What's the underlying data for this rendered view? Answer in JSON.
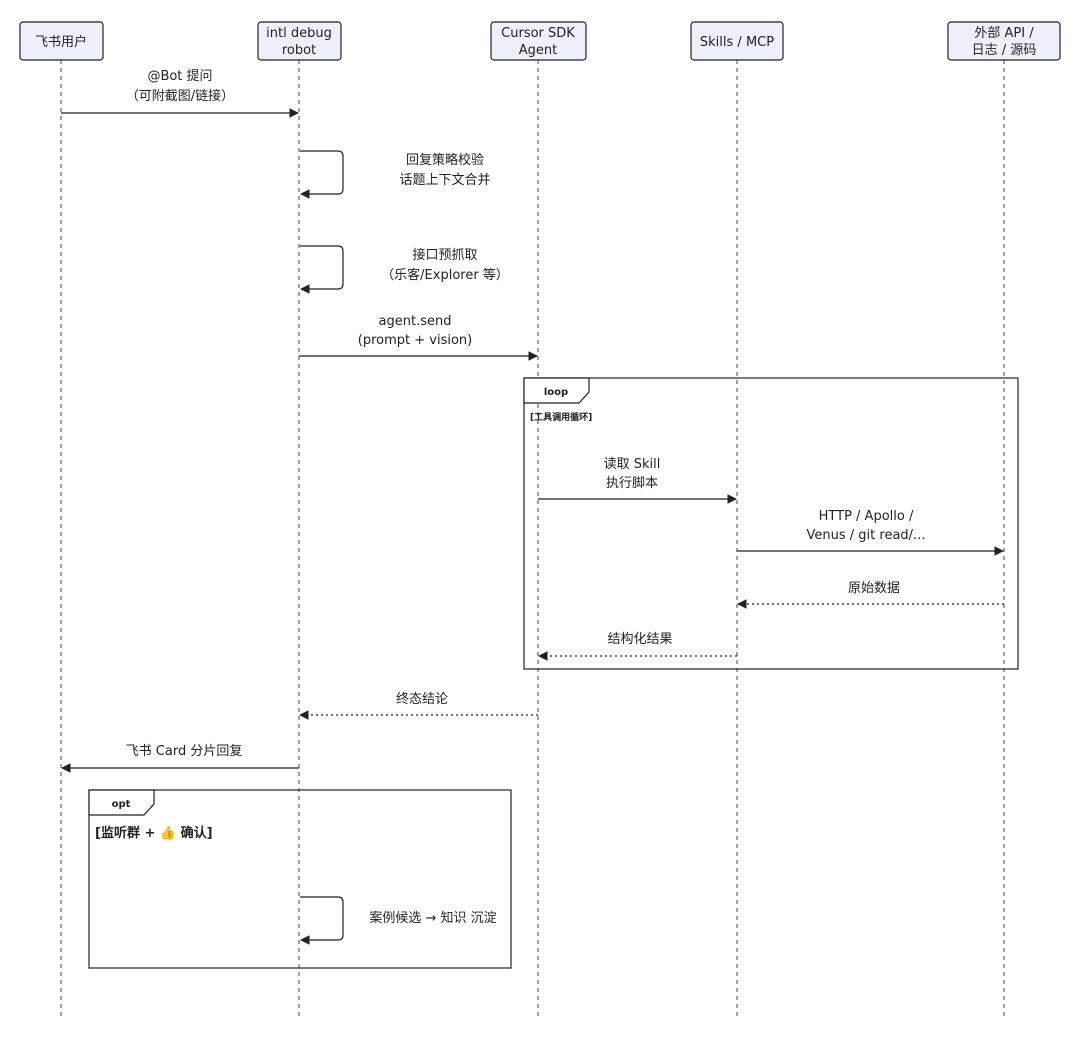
{
  "participants": [
    {
      "id": "feishu",
      "lines": [
        "飞书用户"
      ]
    },
    {
      "id": "bot",
      "lines": [
        "intl debug",
        "robot"
      ]
    },
    {
      "id": "agent",
      "lines": [
        "Cursor SDK",
        "Agent"
      ]
    },
    {
      "id": "skills",
      "lines": [
        "Skills / MCP"
      ]
    },
    {
      "id": "ext",
      "lines": [
        "外部 API /",
        "日志 / 源码"
      ]
    }
  ],
  "messages": [
    {
      "id": "m1",
      "from": "feishu",
      "to": "bot",
      "style": "solid",
      "lines": [
        "@Bot 提问",
        "（可附截图/链接）"
      ]
    },
    {
      "id": "m2",
      "from": "bot",
      "to": "bot",
      "style": "self",
      "lines": [
        "回复策略校验",
        "话题上下文合并"
      ]
    },
    {
      "id": "m3",
      "from": "bot",
      "to": "bot",
      "style": "self",
      "lines": [
        "接口预抓取",
        "（乐客/Explorer 等）"
      ]
    },
    {
      "id": "m4",
      "from": "bot",
      "to": "agent",
      "style": "solid",
      "lines": [
        "agent.send",
        "(prompt + vision)"
      ]
    },
    {
      "id": "m5",
      "from": "agent",
      "to": "skills",
      "style": "solid",
      "lines": [
        "读取 Skill",
        "执行脚本"
      ]
    },
    {
      "id": "m6",
      "from": "skills",
      "to": "ext",
      "style": "solid",
      "lines": [
        "HTTP / Apollo /",
        "Venus / git read/..."
      ]
    },
    {
      "id": "m7",
      "from": "ext",
      "to": "skills",
      "style": "dashed",
      "lines": [
        "原始数据"
      ]
    },
    {
      "id": "m8",
      "from": "skills",
      "to": "agent",
      "style": "dashed",
      "lines": [
        "结构化结果"
      ]
    },
    {
      "id": "m9",
      "from": "agent",
      "to": "bot",
      "style": "dashed",
      "lines": [
        "终态结论"
      ]
    },
    {
      "id": "m10",
      "from": "bot",
      "to": "feishu",
      "style": "solid",
      "lines": [
        "飞书 Card 分片回复"
      ]
    },
    {
      "id": "m11",
      "from": "bot",
      "to": "bot",
      "style": "self",
      "lines": [
        "案例候选 → 知识 沉淀"
      ]
    }
  ],
  "frames": [
    {
      "id": "loop",
      "tag": "loop",
      "condition": "[工具调用循环]"
    },
    {
      "id": "opt",
      "tag": "opt",
      "condition": "[监听群 + 👍 确认]"
    }
  ],
  "colors": {
    "line": "#222222",
    "actor_fill": "#eef0fb",
    "actor_stroke": "#222222"
  }
}
